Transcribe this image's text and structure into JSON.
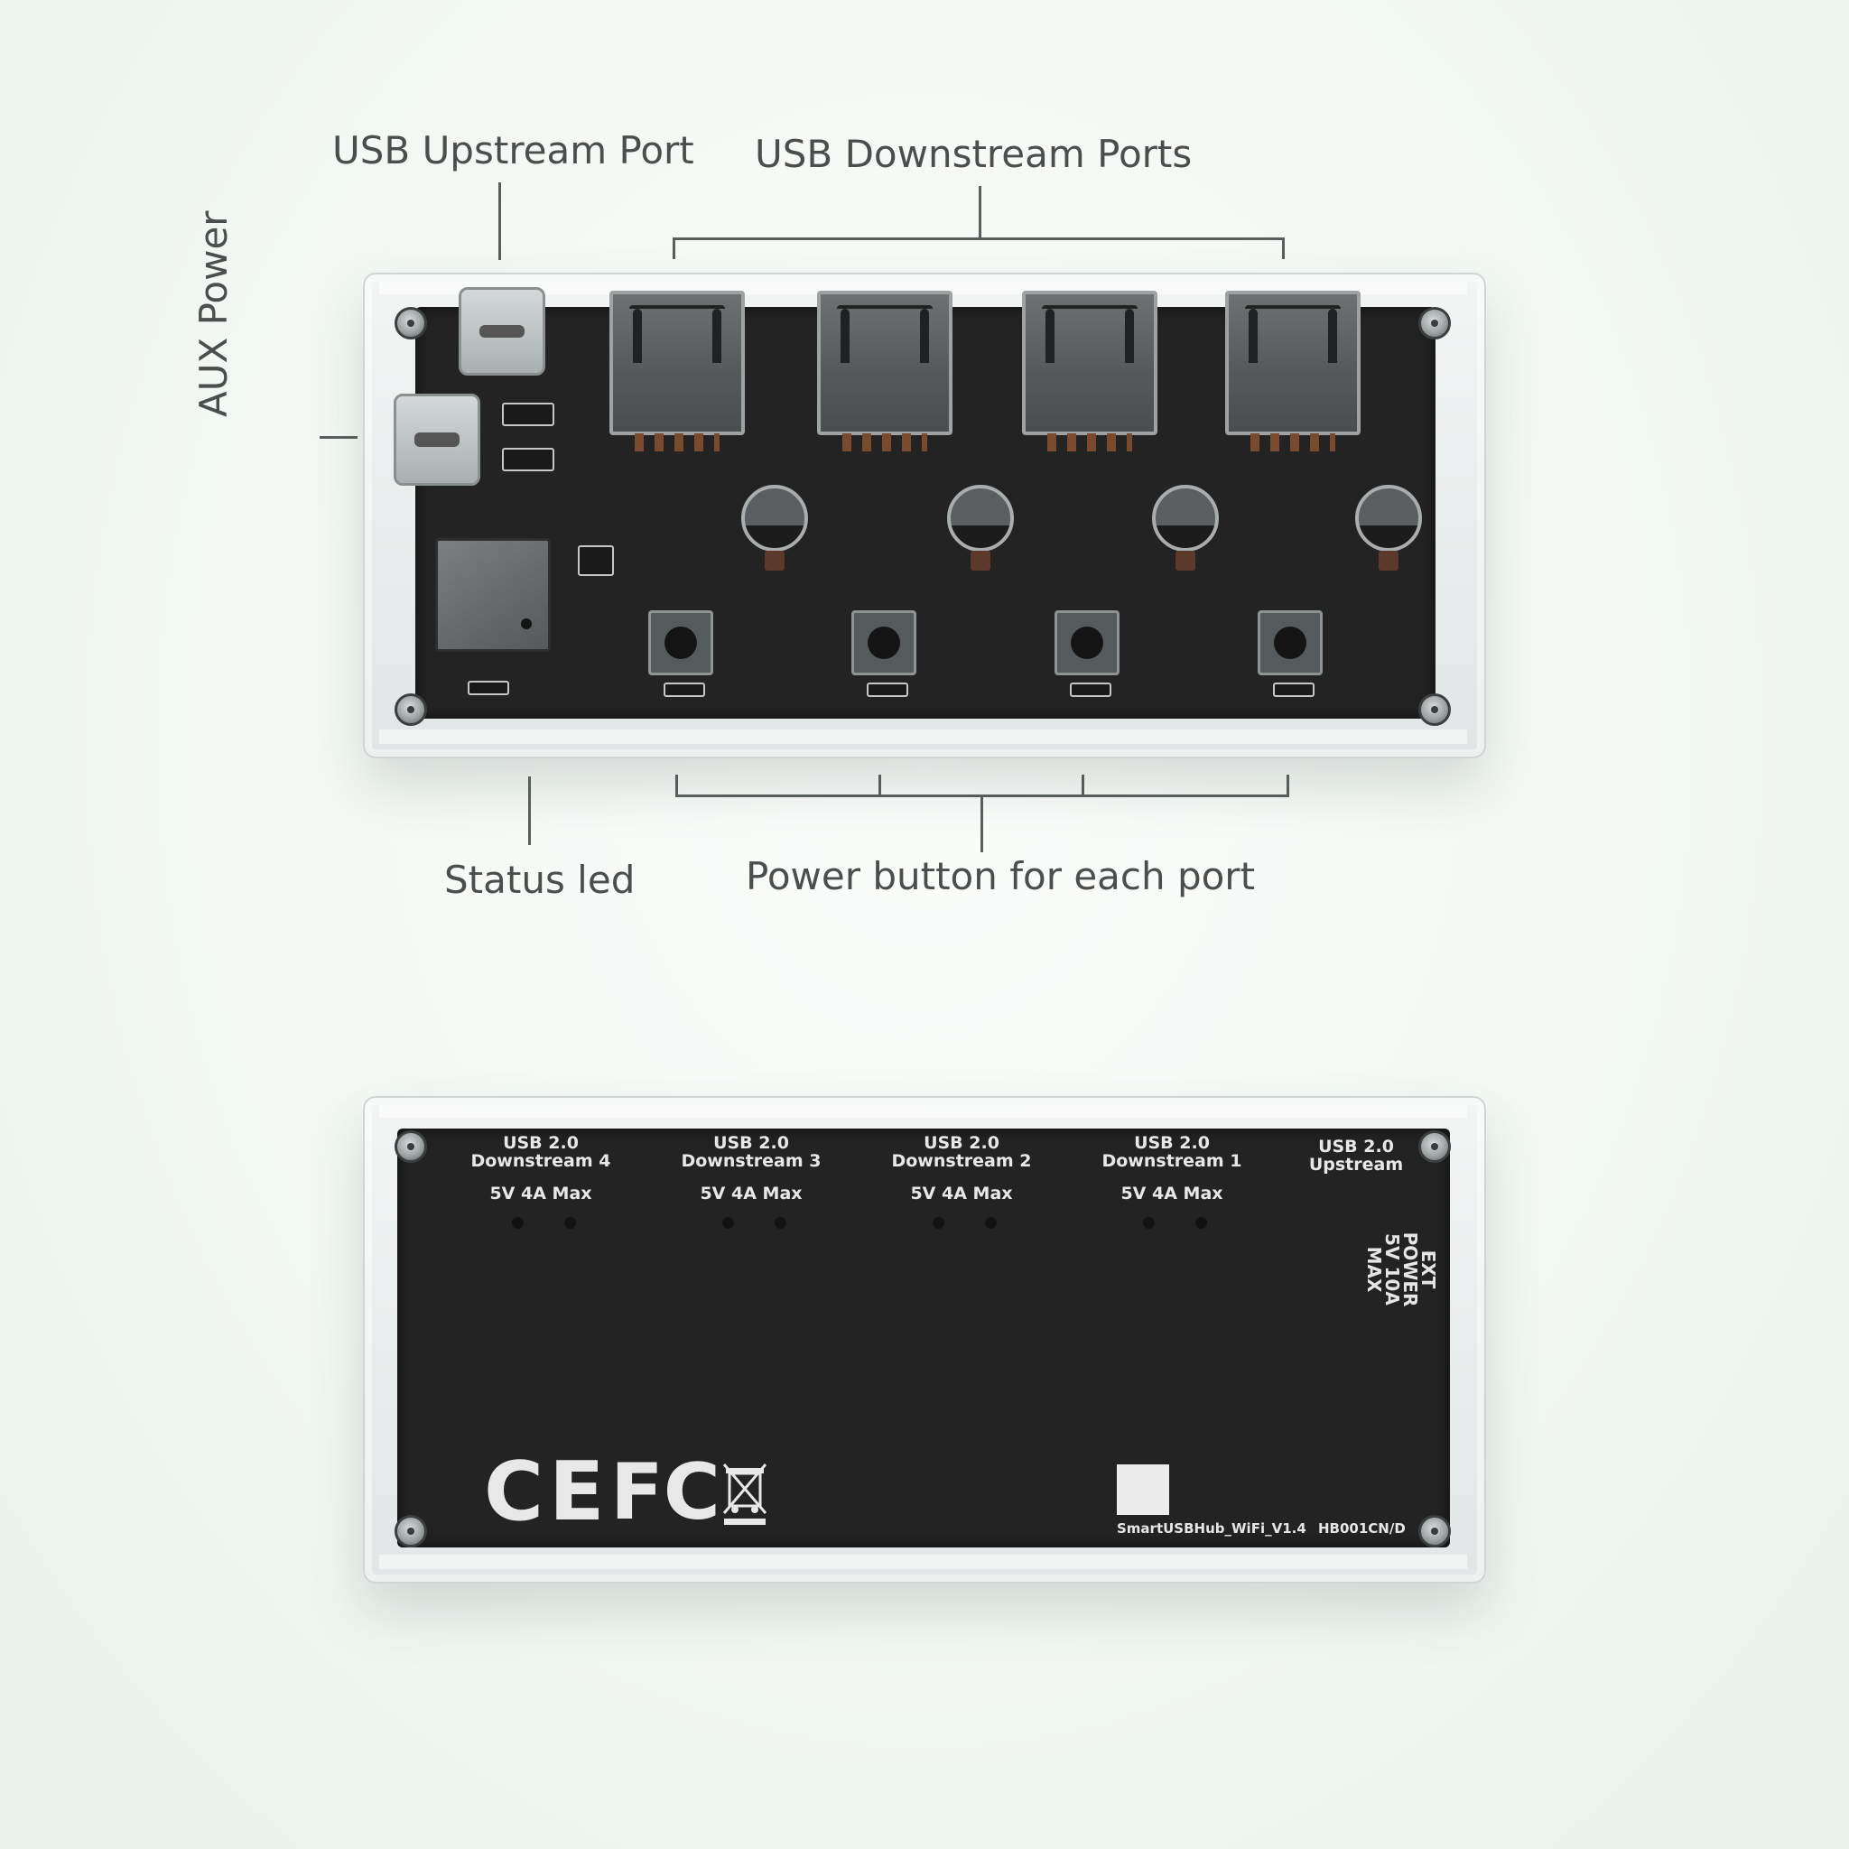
{
  "callouts": {
    "usb_upstream": "USB Upstream Port",
    "usb_downstream": "USB Downstream Ports",
    "aux_power": "AUX Power",
    "status_led": "Status led",
    "power_button": "Power button for each port"
  },
  "back_board": {
    "ports": [
      {
        "type": "USB 2.0",
        "name": "Downstream 4",
        "rating": "5V 4A Max"
      },
      {
        "type": "USB 2.0",
        "name": "Downstream 3",
        "rating": "5V 4A Max"
      },
      {
        "type": "USB 2.0",
        "name": "Downstream 2",
        "rating": "5V 4A Max"
      },
      {
        "type": "USB 2.0",
        "name": "Downstream 1",
        "rating": "5V 4A Max"
      }
    ],
    "upstream": {
      "type": "USB 2.0",
      "name": "Upstream"
    },
    "ext_power": {
      "line1": "EXT",
      "line2": "POWER",
      "line3": "5V 10A",
      "line4": "MAX"
    },
    "cert_ce": "CE",
    "cert_fc": "FC",
    "board_name": "SmartUSBHub_WiFi_V1.4",
    "model": "HB001CN/D"
  },
  "colors": {
    "background": "#f3f8f4",
    "pcb": "#232323",
    "callout_text": "#4a4f4d",
    "silkscreen": "#e8e8e8"
  }
}
